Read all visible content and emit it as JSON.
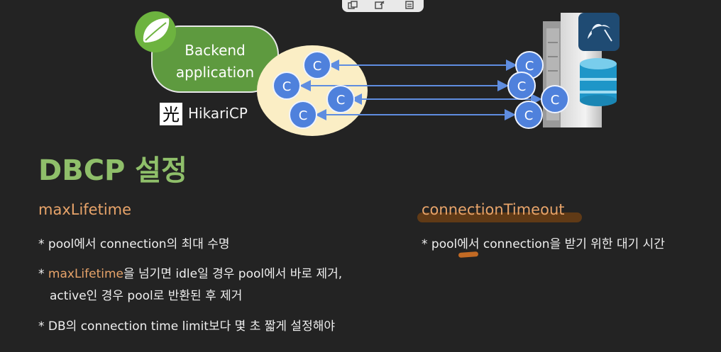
{
  "diagram": {
    "backend_label_line1": "Backend",
    "backend_label_line2": "application",
    "hikari_label": "HikariCP",
    "hikari_logo_glyph": "光",
    "connection_glyph": "C",
    "colors": {
      "backend_green": "#5e9a3f",
      "pool_yellow": "#fbeec5",
      "connection_blue": "#4f81dc",
      "arrow_blue": "#5f8de0"
    }
  },
  "toolbar": {
    "icons": [
      "copy-icon",
      "magic-select-icon",
      "document-icon"
    ]
  },
  "content": {
    "heading": "DBCP 설정",
    "left": {
      "title": "maxLifetime",
      "b1": "* pool에서 connection의 최대 수명",
      "b2_pre": "* ",
      "b2_hl": "maxLifetime",
      "b2_post": "을 넘기면 idle일 경우 pool에서 바로 제거,",
      "b2_line2": "active인 경우 pool로 반환된 후 제거",
      "b3": "* DB의 connection time limit보다 몇 초 짧게 설정해야"
    },
    "right": {
      "title": "connectionTimeout",
      "b1": "* pool에서 connection을 받기 위한 대기 시간"
    }
  }
}
